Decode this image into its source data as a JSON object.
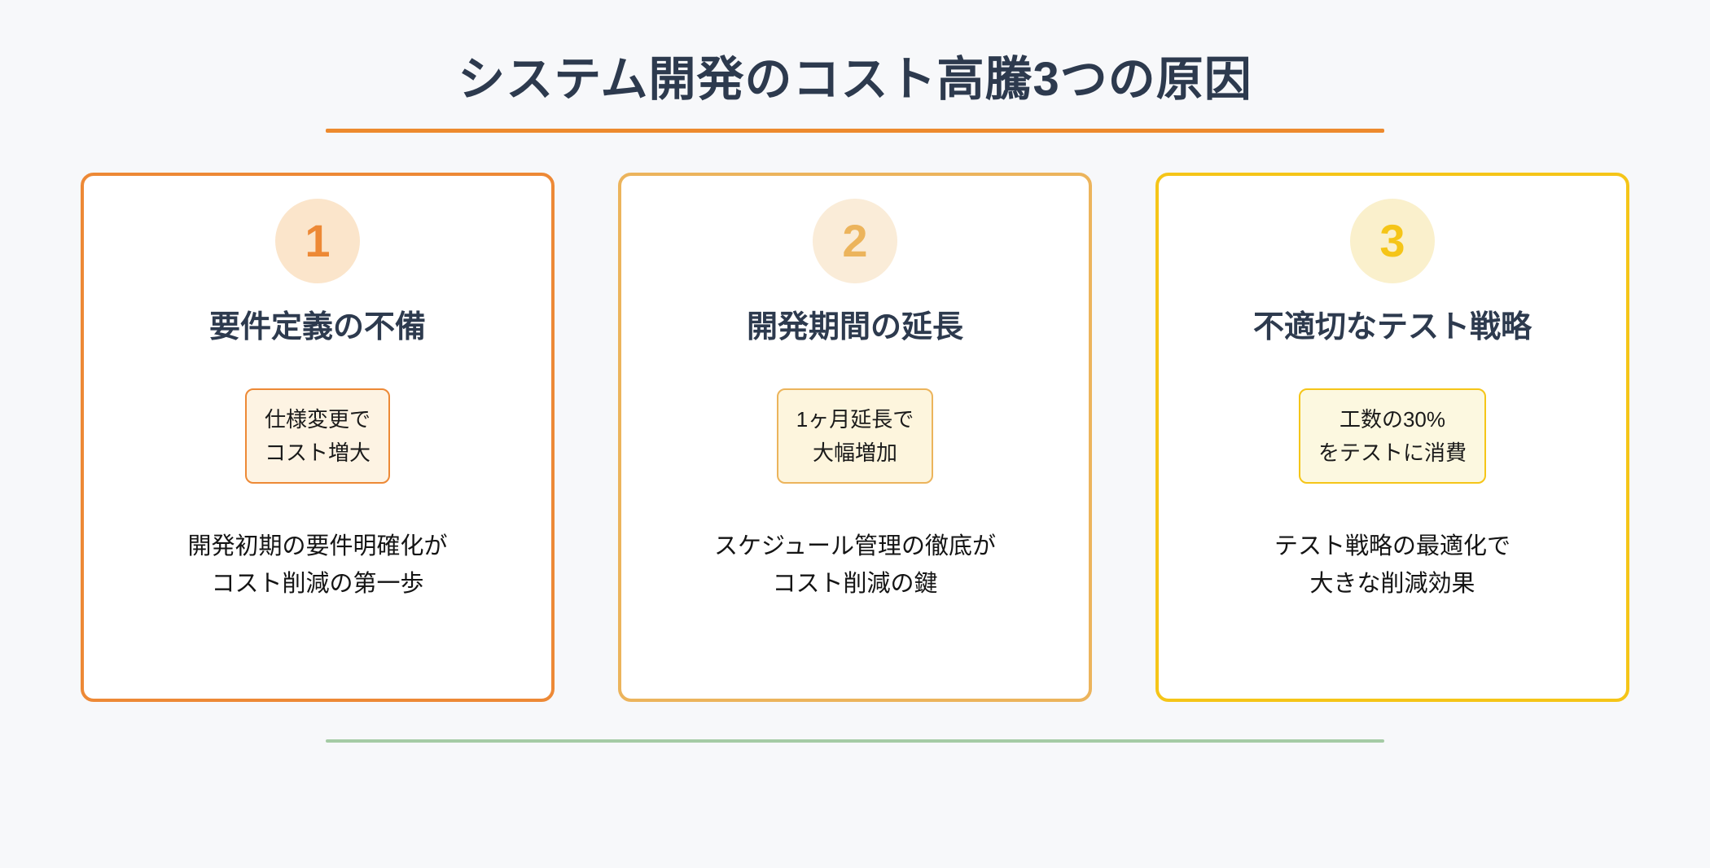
{
  "page": {
    "title": "システム開発のコスト高騰3つの原因",
    "colors": {
      "background": "#f7f8fa",
      "heading_text": "#2d3a4e",
      "title_underline": "#ed8a2e",
      "footer_line": "#a5cba5",
      "card_background": "#ffffff",
      "body_text": "#141414"
    }
  },
  "cards": [
    {
      "number": "1",
      "title": "要件定義の不備",
      "highlight_line1": "仕様変更で",
      "highlight_line2": "コスト増大",
      "description_line1": "開発初期の要件明確化が",
      "description_line2": "コスト削減の第一歩",
      "accent_color": "#ed8936",
      "badge_bg": "#fbe5cb",
      "highlight_bg": "#fdf3e3"
    },
    {
      "number": "2",
      "title": "開発期間の延長",
      "highlight_line1": "1ヶ月延長で",
      "highlight_line2": "大幅増加",
      "description_line1": "スケジュール管理の徹底が",
      "description_line2": "コスト削減の鍵",
      "accent_color": "#ecb45c",
      "badge_bg": "#faecd8",
      "highlight_bg": "#fdf5dd"
    },
    {
      "number": "3",
      "title": "不適切なテスト戦略",
      "highlight_line1": "工数の30%",
      "highlight_line2": "をテストに消費",
      "description_line1": "テスト戦略の最適化で",
      "description_line2": "大きな削減効果",
      "accent_color": "#f5c518",
      "badge_bg": "#faf0cc",
      "highlight_bg": "#fcf8e0"
    }
  ]
}
